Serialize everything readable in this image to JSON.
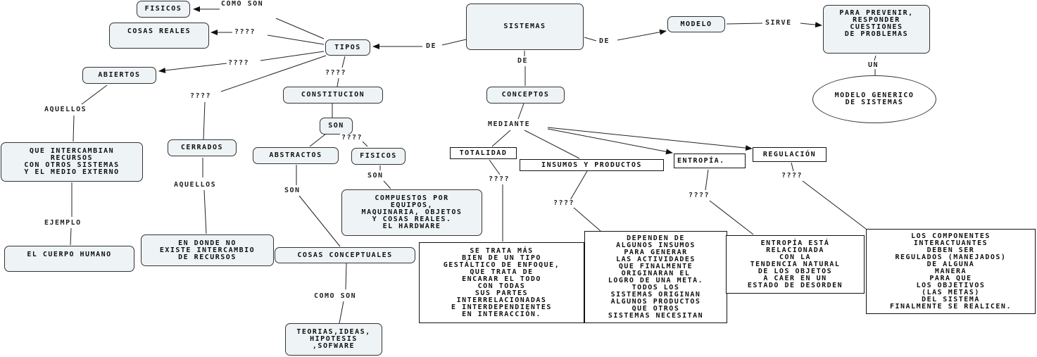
{
  "map": {
    "nodes": {
      "sistemas": "SISTEMAS",
      "tipos": "TIPOS",
      "fisicos_top": "FISICOS",
      "cosas_reales": "COSAS REALES",
      "abiertos": "ABIERTOS",
      "abiertos_desc": "QUE INTERCAMBIAN\nRECURSOS\nCON OTROS SISTEMAS\nY EL MEDIO EXTERNO",
      "cuerpo_humano": "EL CUERPO HUMANO",
      "cerrados": "CERRADOS",
      "cerrados_desc": "EN DONDE NO\nEXISTE INTERCAMBIO\nDE RECURSOS",
      "constitucion": "CONSTITUCION",
      "son": "SON",
      "abstractos": "ABSTRACTOS",
      "fisicos": "FISICOS",
      "fisicos_desc": "COMPUESTOS POR\nEQUIPOS,\nMAQUINARIA, OBJETOS\nY COSAS REALES.\nEL HARDWARE",
      "cosas_conceptuales": "COSAS CONCEPTUALES",
      "teorias": "TEORIAS,IDEAS,\nHIPOTESIS\n,SOFWARE",
      "conceptos": "CONCEPTOS",
      "totalidad": "TOTALIDAD",
      "totalidad_desc": "SE TRATA MÁS\nBIEN DE UN TIPO\nGESTÁLTICO DE ENFOQUE,\nQUE TRATA DE\nENCARAR EL TODO\nCON TODAS\nSUS PARTES\nINTERRELACIONADAS\nE INTERDEPENDIENTES\nEN INTERACCIÓN.",
      "insumos": "INSUMOS Y PRODUCTOS",
      "insumos_desc": "DEPENDEN DE\nALGUNOS INSUMOS\nPARA GENERAR\nLAS ACTIVIDADES\nQUE FINALMENTE\nORIGINARAN EL\nLOGRO DE UNA META.\nTODOS LOS\nSISTEMAS ORIGINAN\nALGUNOS PRODUCTOS\nQUE OTROS\nSISTEMAS NECESITAN",
      "entropia": "ENTROPÍA.",
      "entropia_desc": "ENTROPÍA ESTÁ\nRELACIONADA\nCON LA\nTENDENCIA NATURAL\nDE LOS OBJETOS\nA CAER EN UN\nESTADO DE DESORDEN",
      "regulacion": "REGULACIÓN",
      "regulacion_desc": "LOS COMPONENTES\nINTERACTUANTES\nDEBEN SER\nREGULADOS (MANEJADOS)\nDE ALGUNA\nMANERA\nPARA QUE\nLOS OBJETIVOS\n(LAS METAS)\nDEL SISTEMA\nFINALMENTE SE REALICEN.",
      "modelo": "MODELO",
      "prevenir": "PARA PREVENIR,\nRESPONDER\nCUESTIONES\nDE PROBLEMAS",
      "modelo_generico": "MODELO GENERICO\nDE SISTEMAS"
    },
    "labels": {
      "de_tipos": "DE",
      "de_conceptos": "DE",
      "de_modelo": "DE",
      "como_son_fisicos": "COMO SON",
      "q_cosas_reales": "????",
      "q_abiertos": "????",
      "q_cerrados": "????",
      "q_constitucion": "????",
      "aquellos_abiertos": "AQUELLOS",
      "ejemplo": "EJEMPLO",
      "aquellos_cerrados": "AQUELLOS",
      "q_fisicos": "????",
      "son_abstractos": "SON",
      "son_fisicos": "SON",
      "como_son_conceptuales": "COMO SON",
      "mediante": "MEDIANTE",
      "q_totalidad": "????",
      "q_insumos": "????",
      "q_entropia": "????",
      "q_regulacion": "????",
      "sirve": "SIRVE",
      "un": "UN"
    },
    "colors": {
      "node_fill": "#eef3f5",
      "node_border": "#333333",
      "line": "#222222"
    }
  }
}
